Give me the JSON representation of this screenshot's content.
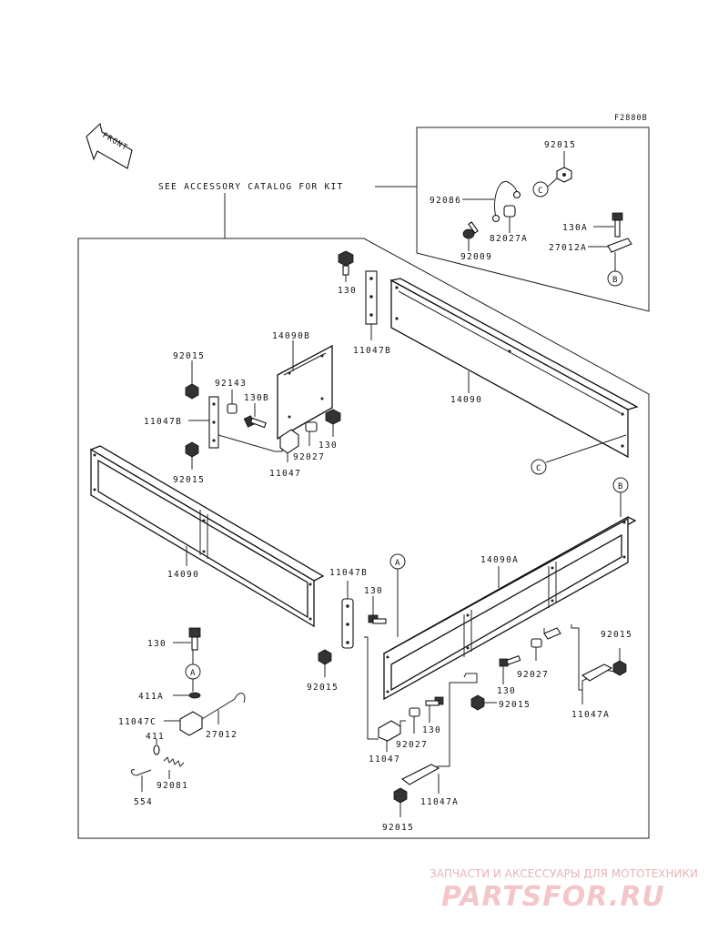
{
  "diagram_code": "F2880B",
  "front_label": "FRONT",
  "kit_note": "SEE ACCESSORY CATALOG FOR KIT",
  "callouts": {
    "c_92015": "92015",
    "c_92086": "92086",
    "c_82027A": "82027A",
    "c_92009": "92009",
    "c_130A": "130A",
    "c_27012A": "27012A",
    "b_130": "130",
    "b_11047B": "11047B",
    "b_14090": "14090",
    "l_14090B": "14090B",
    "l_92015a": "92015",
    "l_92143": "92143",
    "l_130B": "130B",
    "l_11047Ba": "11047B",
    "l_130a": "130",
    "l_92027a": "92027",
    "l_11047a": "11047",
    "l_92015b": "92015",
    "left_14090": "14090",
    "m_11047B": "11047B",
    "m_130": "130",
    "m_92015": "92015",
    "r_14090A": "14090A",
    "r_92015": "92015",
    "r_130": "130",
    "r_92027": "92027",
    "r_92015b": "92015",
    "r_11047A": "11047A",
    "bm_130": "130",
    "bm_92027": "92027",
    "bm_11047": "11047",
    "bm_11047A": "11047A",
    "bm_92015": "92015",
    "bl_130": "130",
    "bl_411A": "411A",
    "bl_11047C": "11047C",
    "bl_27012": "27012",
    "bl_411": "411",
    "bl_92081": "92081",
    "bl_554": "554"
  },
  "ref_markers": {
    "c1": "C",
    "b1": "B",
    "c2": "C",
    "b2": "B",
    "a1": "A",
    "a2": "A"
  },
  "watermark": {
    "tagline": "ЗАПЧАСТИ И АКСЕССУАРЫ ДЛЯ МОТОТЕХНИКИ",
    "logo": "PARTSFOR.RU",
    "color": "#e8b4b8"
  }
}
